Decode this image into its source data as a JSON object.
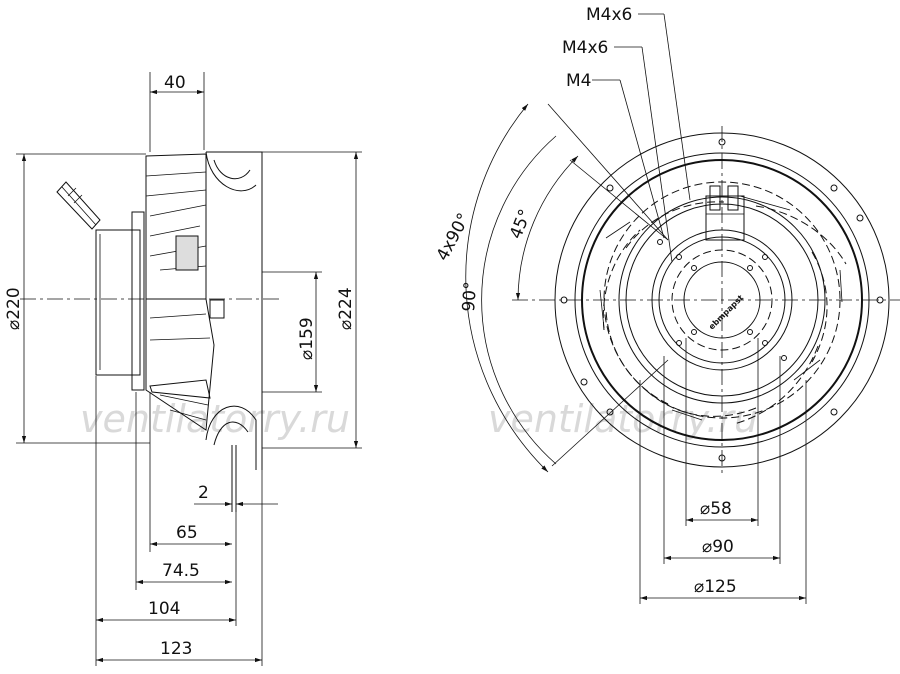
{
  "watermark": "ventilatorry.ru",
  "side_view": {
    "dims": {
      "width_top": "40",
      "dia_220": "⌀220",
      "dia_159": "⌀159",
      "dia_224": "⌀224",
      "gap": "2",
      "d65": "65",
      "d74_5": "74.5",
      "d104": "104",
      "d123": "123"
    }
  },
  "front_view": {
    "labels": {
      "m4x6_top": "M4x6",
      "m4x6_mid": "M4x6",
      "m4": "M4",
      "angle_4x90": "4x90°",
      "angle_45": "45°",
      "angle_90": "90°"
    },
    "dims": {
      "dia_58": "⌀58",
      "dia_90": "⌀90",
      "dia_125": "⌀125"
    },
    "hub_logo": "ebmpapst"
  }
}
